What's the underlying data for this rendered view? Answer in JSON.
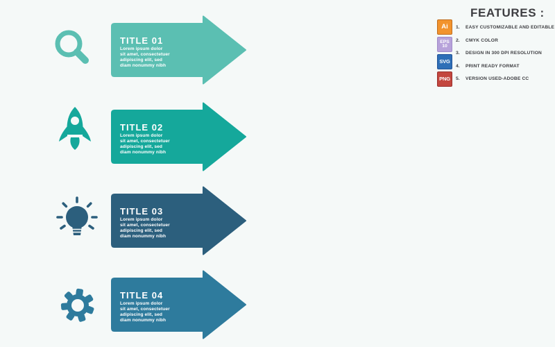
{
  "canvas": {
    "background": "#F5F9F8"
  },
  "steps": [
    {
      "title": "TITLE 01",
      "body": "Lorem ipsum dolor\nsit amet, consectetuer\nadipiscing elit, sed\ndiam nonummy nibh",
      "color": "#5BBFB2",
      "icon": "magnifier-icon"
    },
    {
      "title": "TITLE 02",
      "body": "Lorem ipsum dolor\nsit amet, consectetuer\nadipiscing elit, sed\ndiam nonummy nibh",
      "color": "#15A89B",
      "icon": "rocket-icon"
    },
    {
      "title": "TITLE 03",
      "body": "Lorem ipsum dolor\nsit amet, consectetuer\nadipiscing elit, sed\ndiam nonummy nibh",
      "color": "#2C5F7D",
      "icon": "lightbulb-icon"
    },
    {
      "title": "TITLE 04",
      "body": "Lorem ipsum dolor\nsit amet, consectetuer\nadipiscing elit, sed\ndiam nonummy nibh",
      "color": "#2E7B9D",
      "icon": "gear-icon"
    }
  ],
  "features": {
    "heading": "FEATURES :",
    "text_color": "#3E3E42",
    "badges": [
      {
        "name": "ai-file-badge",
        "label": "Ai",
        "bg": "#F2932D",
        "border": "#C06E1F"
      },
      {
        "name": "eps-file-badge",
        "label": "EPS\n10",
        "bg": "#B7A2DA",
        "border": "#A18BC9"
      },
      {
        "name": "svg-file-badge",
        "label": "SVG",
        "bg": "#2E6FB7",
        "border": "#235397"
      },
      {
        "name": "png-file-badge",
        "label": "PNG",
        "bg": "#C3473F",
        "border": "#9A2F2C"
      }
    ],
    "items": [
      {
        "num": "1.",
        "label": "EASY CUSTOMIZABLE AND EDITABLE"
      },
      {
        "num": "2.",
        "label": "CMYK COLOR"
      },
      {
        "num": "3.",
        "label": "DESIGN IN 300 DPI RESOLUTION"
      },
      {
        "num": "4.",
        "label": "PRINT READY FORMAT"
      },
      {
        "num": "5.",
        "label": "VERSION USED-ADOBE CC"
      }
    ]
  }
}
